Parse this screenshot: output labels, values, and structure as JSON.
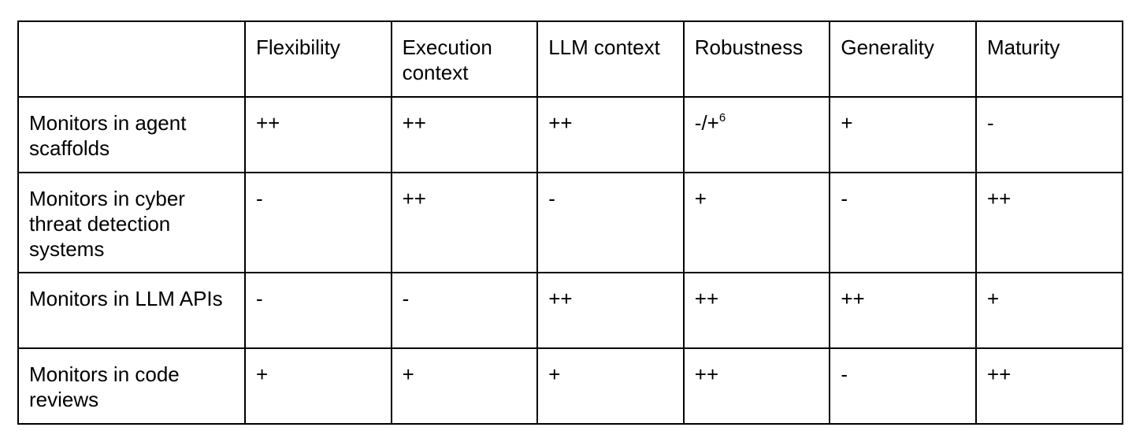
{
  "table": {
    "corner": "",
    "headers": [
      "Flexibility",
      "Execution context",
      "LLM context",
      "Robustness",
      "Generality",
      "Maturity"
    ],
    "rows": [
      {
        "label": "Monitors in agent scaffolds",
        "cells": [
          "++",
          "++",
          "++",
          "-/+",
          "+",
          "-"
        ],
        "robustness_footnote": "6"
      },
      {
        "label": "Monitors in cyber threat detection systems",
        "cells": [
          "-",
          "++",
          "-",
          "+",
          "-",
          "++"
        ]
      },
      {
        "label": "Monitors in LLM APIs",
        "cells": [
          "-",
          "-",
          "++",
          "++",
          "++",
          "+"
        ]
      },
      {
        "label": "Monitors in code reviews",
        "cells": [
          "+",
          "+",
          "+",
          "++",
          "-",
          "++"
        ]
      }
    ]
  }
}
